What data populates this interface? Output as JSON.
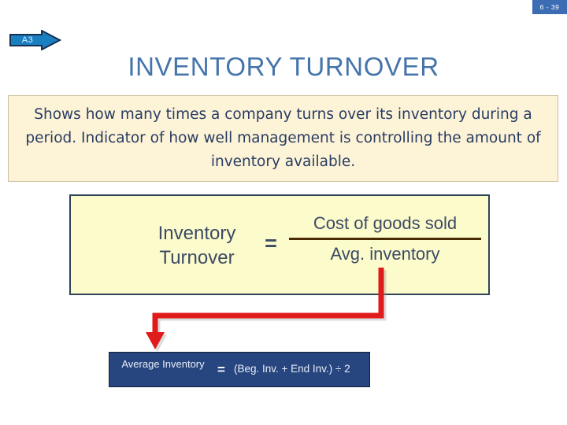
{
  "slide": {
    "number_badge": "6 - 39",
    "badge_color": "#3c6cb4",
    "tag": {
      "label": "A3",
      "icon": "right-arrow-shape",
      "fill_color": "#1a7fc1",
      "border_color": "#17304f",
      "text_color": "#d9f2ff"
    },
    "title": "INVENTORY TURNOVER",
    "title_color": "#4574ab"
  },
  "description": {
    "text": "Shows how many times a company turns over its inventory during a period. Indicator of how well management is controlling the amount of inventory available.",
    "background_color": "#fdf3d6",
    "border_color": "#cdbfa0",
    "text_color": "#273c63"
  },
  "formula": {
    "ratio_label": "Inventory Turnover",
    "equals": "=",
    "numerator": "Cost of goods sold",
    "denominator": "Avg. inventory",
    "background_color": "#fbfbcc",
    "border_color": "#2f4356",
    "bar_color": "#4a2a05",
    "text_color": "#3c4a63"
  },
  "connector": {
    "icon": "down-left-down-arrow",
    "color": "#e01b1b",
    "shadow_color": "#b9b9b9"
  },
  "average_inventory": {
    "label": "Average Inventory",
    "equals": "=",
    "expression": "(Beg. Inv. + End Inv.) ÷ 2",
    "background_color": "#27467f",
    "border_color": "#10203c",
    "text_color": "#e8eef8"
  }
}
